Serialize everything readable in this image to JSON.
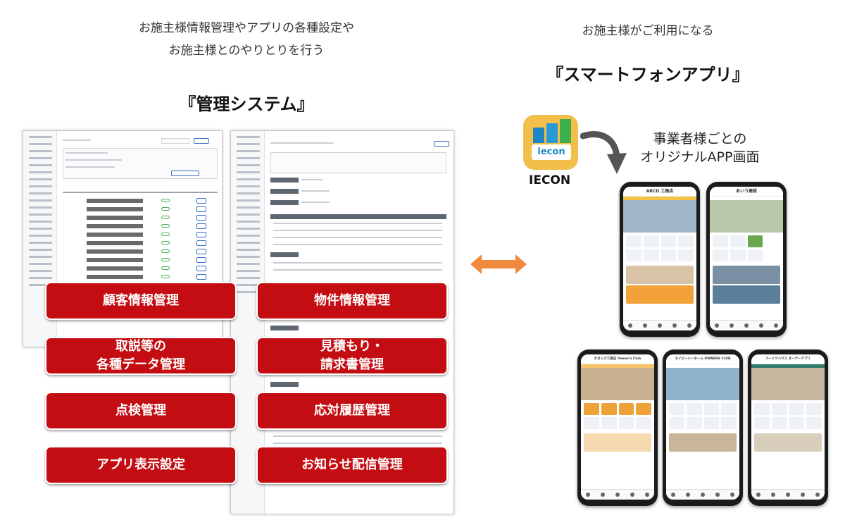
{
  "left": {
    "caption_line1": "お施主様情報管理やアプリの各種設定や",
    "caption_line2": "お施主様とのやりとりを行う",
    "title": "『管理システム』",
    "features": [
      {
        "line1": "顧客情報管理",
        "line2": ""
      },
      {
        "line1": "物件情報管理",
        "line2": ""
      },
      {
        "line1": "取説等の",
        "line2": "各種データ管理"
      },
      {
        "line1": "見積もり・",
        "line2": "請求書管理"
      },
      {
        "line1": "点検管理",
        "line2": ""
      },
      {
        "line1": "応対履歴管理",
        "line2": ""
      },
      {
        "line1": "アプリ表示設定",
        "line2": ""
      },
      {
        "line1": "お知らせ配信管理",
        "line2": ""
      }
    ]
  },
  "right": {
    "caption": "お施主様がご利用になる",
    "title": "『スマートフォンアプリ』",
    "sub_line1": "事業者様ごとの",
    "sub_line2": "オリジナルAPP画面",
    "app_logo_text": "iecon",
    "app_name": "IECON",
    "phones": [
      {
        "header": "ABCD 工務店",
        "accent": "#2a4f8a",
        "tile": "#3a5f9a"
      },
      {
        "header": "あいう建設",
        "accent": "#6aa84f",
        "tile": "#4f6f4f"
      },
      {
        "header": "かきくけ工務店 Owner's Club",
        "accent": "#f0a23a",
        "tile": "#e07a3a"
      },
      {
        "header": "エイビーシーホーム OWNERS CLUB",
        "accent": "#4a4a4a",
        "tile": "#3b3b3b"
      },
      {
        "header": "アーイウハウス オーナーアプリ",
        "accent": "#2f7d6d",
        "tile": "#2f5f5a"
      }
    ]
  },
  "colors": {
    "feature_red": "#c40d12",
    "arrow_orange": "#f08a3c"
  }
}
